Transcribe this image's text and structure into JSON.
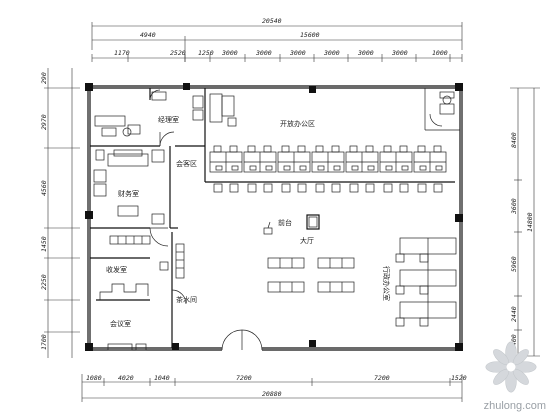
{
  "dimensions": {
    "top_overall": "20540",
    "top_row2": [
      "4940",
      "15600"
    ],
    "top_row3": [
      "1170",
      "2520",
      "1250",
      "3000",
      "3000",
      "3000",
      "3000",
      "3000",
      "3000",
      "1000"
    ],
    "bottom_overall": "20880",
    "bottom_row": [
      "1080",
      "4020",
      "1040",
      "7200",
      "7200",
      "1520"
    ],
    "right_overall": "14800",
    "right_row": [
      "8400",
      "3600",
      "5960",
      "2440",
      "2400"
    ],
    "left_row": [
      "290",
      "2970",
      "4560",
      "1450",
      "2250",
      "1700"
    ]
  },
  "rooms": {
    "manager": "经理室",
    "finance": "财务室",
    "open_office": "开放办公区",
    "reception": "会客区",
    "front_desk": "前台",
    "lobby": "大厅",
    "mail": "收发室",
    "pantry": "茶水间",
    "meeting": "会议室",
    "admin": "行政办公室"
  },
  "watermark": {
    "text": "zhulong.com",
    "logo_icon": "zhulong-flower-logo"
  }
}
